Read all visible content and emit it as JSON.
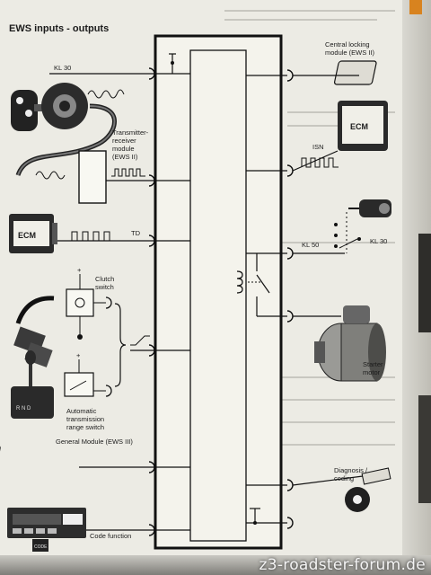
{
  "title": "EWS inputs - outputs",
  "labels": {
    "kl30_left": "KL 30",
    "transmitter": [
      "Transmitter-",
      "receiver",
      "module",
      "(EWS II)"
    ],
    "ecm_left": "ECM",
    "td": "TD",
    "clutch": [
      "Clutch",
      "switch"
    ],
    "automatic": [
      "Automatic",
      "transmission",
      "range switch"
    ],
    "general_module": "General Module (EWS III)",
    "code_function": "Code function",
    "central_locking": [
      "Central locking",
      "module (EWS II)"
    ],
    "ecm_right": "ECM",
    "isn": "ISN",
    "kl50": "KL 50",
    "kl30_right": "KL 30",
    "starter": [
      "Starter",
      "motor"
    ],
    "diagnosis": [
      "Diagnosis /",
      "coding"
    ],
    "code_plate": "CODE",
    "range_marks": "R N D"
  },
  "watermark": "z3-roadster-forum.de",
  "colors": {
    "paper": "#ecebe4",
    "ink": "#1b1b1b"
  }
}
